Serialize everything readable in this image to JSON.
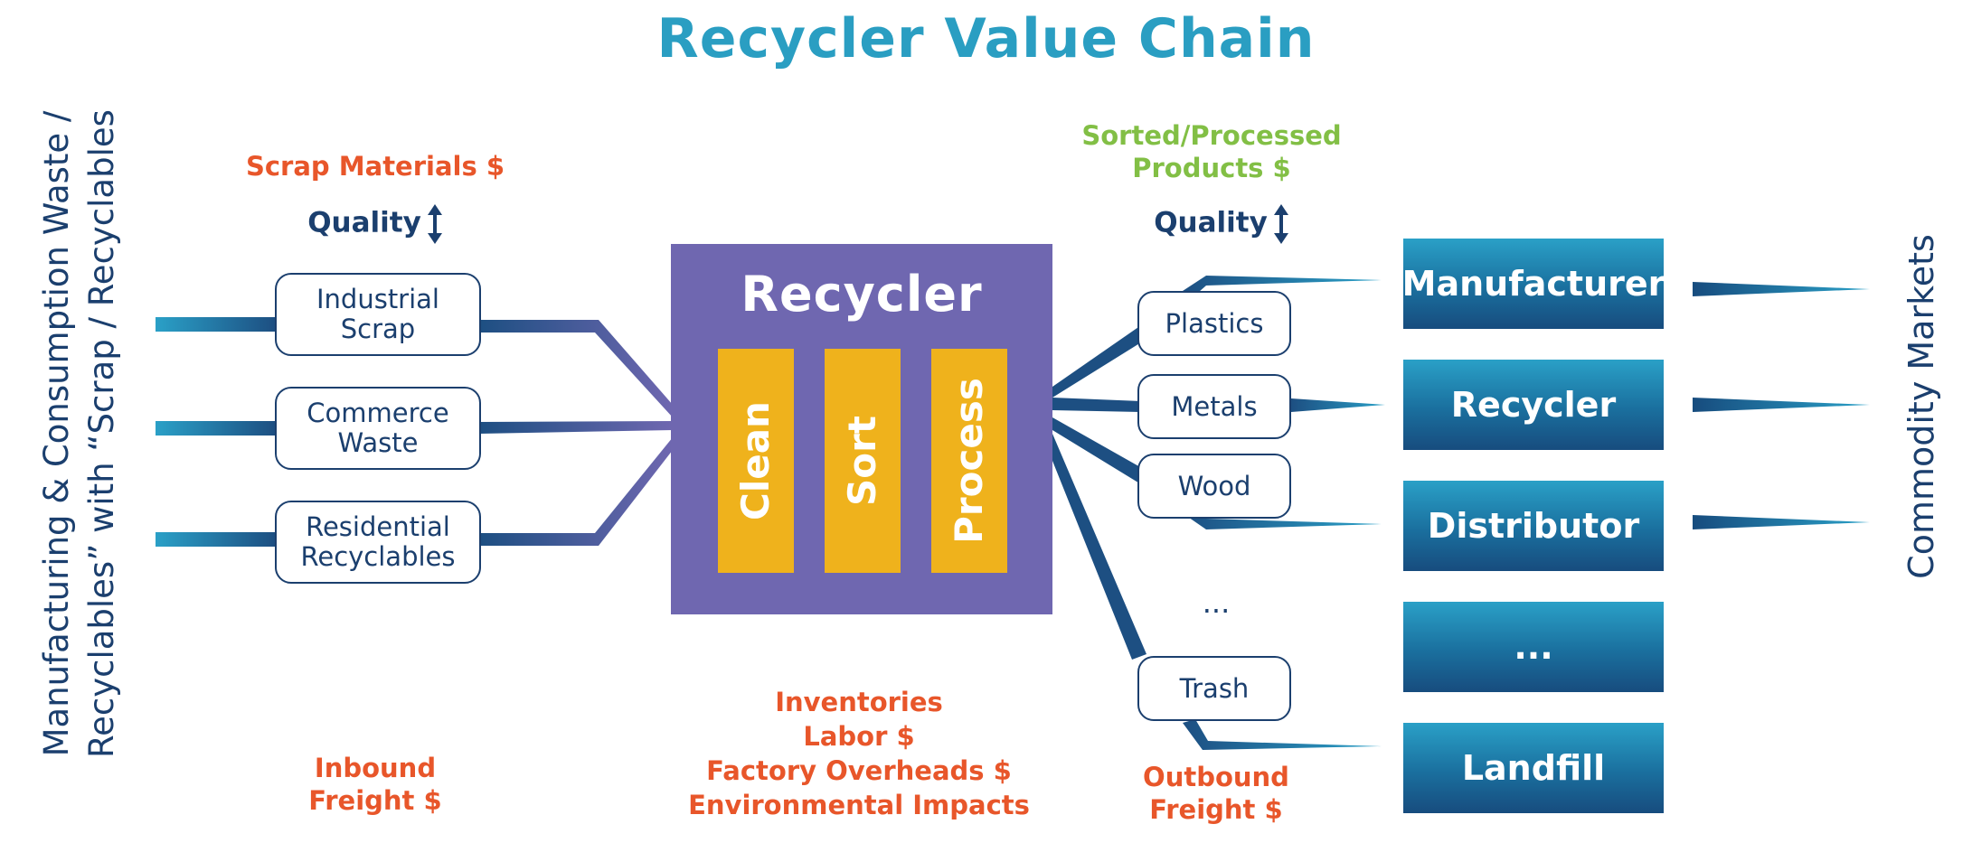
{
  "title": "Recycler Value Chain",
  "left_side_label": {
    "line1": "Manufacturing & Consumption Waste /",
    "line2": "Recyclables” with “Scrap / Recyclables"
  },
  "right_side_label": "Commodity Markets",
  "inputs": {
    "cost_label": "Scrap Materials $",
    "quality_label": "Quality",
    "sources": [
      "Industrial\nScrap",
      "Commerce\nWaste",
      "Residential\nRecyclables"
    ],
    "freight_label": {
      "line1": "Inbound",
      "line2": "Freight $"
    }
  },
  "recycler": {
    "title": "Recycler",
    "steps": [
      "Clean",
      "Sort",
      "Process"
    ],
    "costs": [
      "Inventories",
      "Labor $",
      "Factory Overheads $",
      "Environmental Impacts"
    ]
  },
  "outputs": {
    "value_label": {
      "line1": "Sorted/Processed",
      "line2": "Products $"
    },
    "quality_label": "Quality",
    "products": [
      "Plastics",
      "Metals",
      "Wood",
      "Trash"
    ],
    "products_ellipsis": "...",
    "freight_label": {
      "line1": "Outbound",
      "line2": "Freight $"
    }
  },
  "destinations": [
    "Manufacturer",
    "Recycler",
    "Distributor",
    "...",
    "Landfill"
  ],
  "colors": {
    "title": "#2a9ec2",
    "navy": "#1b3f6e",
    "orange": "#e8562a",
    "green": "#82bf45",
    "recycler_box": "#6f67b0",
    "step_box": "#efb21c"
  }
}
